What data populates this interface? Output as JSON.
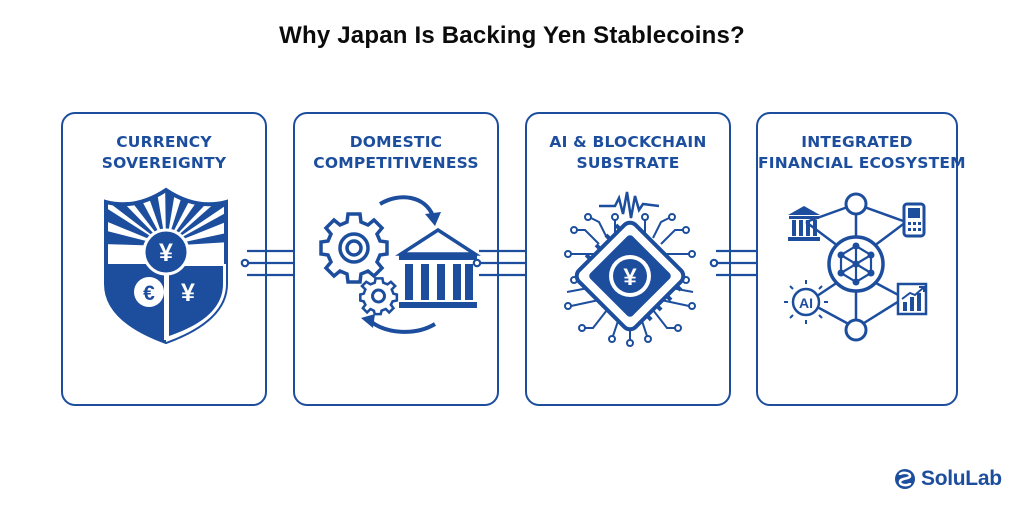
{
  "title": "Why Japan Is Backing Yen Stablecoins?",
  "cards": [
    {
      "line1": "CURRENCY",
      "line2": "SOVEREIGNTY"
    },
    {
      "line1": "DOMESTIC",
      "line2": "COMPETITIVENESS"
    },
    {
      "line1": "AI & BLOCKCHAIN",
      "line2": "SUBSTRATE"
    },
    {
      "line1": "INTEGRATED",
      "line2": "FINANCIAL ECOSYSTEM"
    }
  ],
  "symbols": {
    "yen": "¥",
    "euro": "€",
    "ai": "AI"
  },
  "logo": {
    "text": "SoluLab"
  },
  "colors": {
    "primary": "#1d4e9e",
    "text": "#0b0b0b",
    "background": "#ffffff"
  },
  "icons": [
    "shield-icon",
    "gear-icon",
    "bank-icon",
    "chip-icon",
    "network-icon",
    "bar-chart-icon",
    "pos-terminal-icon",
    "ai-icon"
  ]
}
